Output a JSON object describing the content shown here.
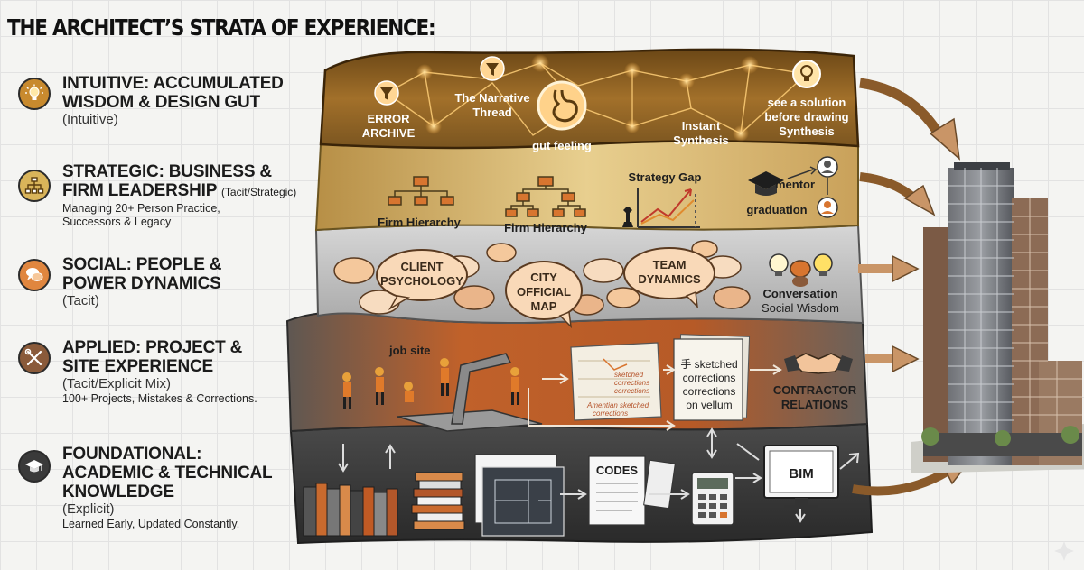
{
  "title": "THE ARCHITECT’S STRATA OF EXPERIENCE:",
  "colors": {
    "intuitive": "#c88a2e",
    "strategic": "#d9b45a",
    "social": "#e0863f",
    "applied": "#d5692a",
    "foundational": "#3a3a3a"
  },
  "strata": [
    {
      "id": "intuitive",
      "icon": "lightbulb-icon",
      "heading_line1": "INTUITIVE: ACCUMULATED",
      "heading_line2": "WISDOM & DESIGN GUT",
      "tag": "",
      "type": "(Intuitive)",
      "desc_line1": "",
      "desc_line2": ""
    },
    {
      "id": "strategic",
      "icon": "org-chart-icon",
      "heading_line1": "STRATEGIC: BUSINESS &",
      "heading_line2": "FIRM LEADERSHIP",
      "tag": "(Tacit/Strategic)",
      "type": "",
      "desc_line1": "Managing 20+ Person Practice,",
      "desc_line2": "Successors & Legacy"
    },
    {
      "id": "social",
      "icon": "speech-bubbles-icon",
      "heading_line1": "SOCIAL: PEOPLE &",
      "heading_line2": "POWER DYNAMICS",
      "tag": "",
      "type": "(Tacit)",
      "desc_line1": "",
      "desc_line2": ""
    },
    {
      "id": "applied",
      "icon": "tools-icon",
      "heading_line1": "APPLIED: PROJECT &",
      "heading_line2": "SITE EXPERIENCE",
      "tag": "",
      "type": "(Tacit/Explicit Mix)",
      "desc_line1": "100+ Projects, Mistakes & Corrections.",
      "desc_line2": ""
    },
    {
      "id": "foundational",
      "icon": "graduation-cap-icon",
      "heading_line1": "FOUNDATIONAL:",
      "heading_line2": "ACADEMIC & TECHNICAL",
      "heading_line3": "KNOWLEDGE",
      "tag": "",
      "type": "(Explicit)",
      "desc_line1": "Learned Early, Updated Constantly.",
      "desc_line2": ""
    }
  ],
  "layers": {
    "intuitive": {
      "error_archive_1": "ERROR",
      "error_archive_2": "ARCHIVE",
      "narrative_1": "The Narrative",
      "narrative_2": "Thread",
      "gut_feeling": "gut feeling",
      "instant_1": "Instant",
      "instant_2": "Synthesis",
      "solution_1": "see a solution",
      "solution_2": "before drawing",
      "solution_3": "Synthesis"
    },
    "strategic": {
      "hierarchy_1": "Firm Hierarchy",
      "hierarchy_2": "Firm Hierarchy",
      "strategy_gap": "Strategy Gap",
      "mentor": "mentor",
      "graduation": "graduation"
    },
    "social": {
      "client_1": "CLIENT",
      "client_2": "PSYCHOLOGY",
      "city_1": "CITY",
      "city_2": "OFFICIAL",
      "city_3": "MAP",
      "team_1": "TEAM",
      "team_2": "DYNAMICS",
      "conversation": "Conversation",
      "social_wisdom": "Social Wisdom"
    },
    "applied": {
      "job_site": "job site",
      "note_1": "sketched",
      "note_2": "corrections",
      "note_3": "corrections",
      "note_4": "Amentian sketched",
      "note_5": "corrections",
      "vellum_1": "手 sketched",
      "vellum_2": "corrections",
      "vellum_3": "corrections",
      "vellum_4": "on vellum",
      "contractor_1": "CONTRACTOR",
      "contractor_2": "RELATIONS"
    },
    "foundational": {
      "codes": "CODES",
      "bim": "BIM"
    }
  }
}
